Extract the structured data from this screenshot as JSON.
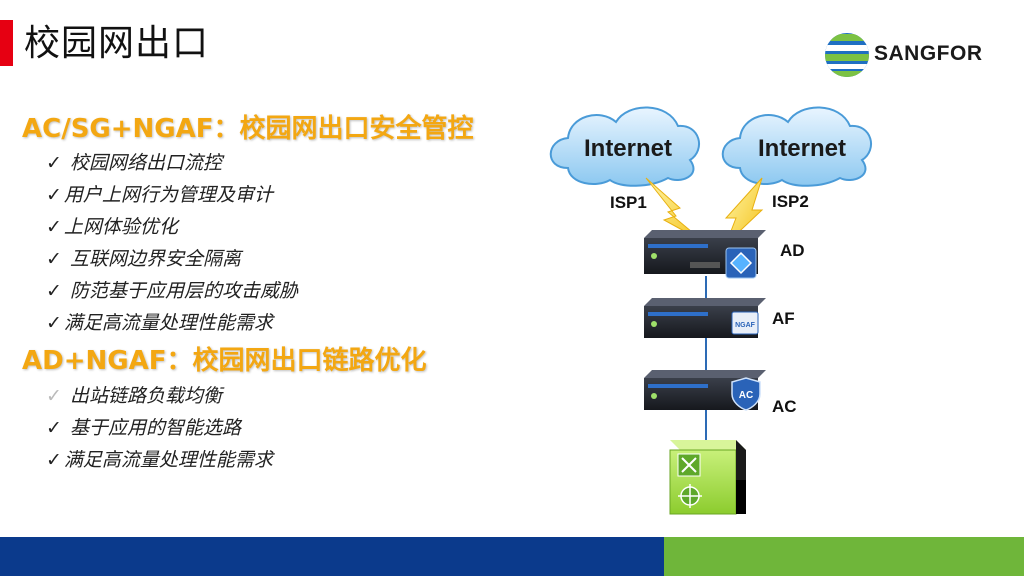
{
  "page": {
    "title": "校园网出口",
    "logo_text": "SANGFOR"
  },
  "sections": [
    {
      "heading": "AC/SG+NGAF：校园网出口安全管控",
      "items": [
        {
          "check": "✓",
          "text": " 校园网络出口流控"
        },
        {
          "check": "✓",
          "text": "用户上网行为管理及审计"
        },
        {
          "check": "✓",
          "text": "上网体验优化"
        },
        {
          "check": "✓",
          "text": " 互联网边界安全隔离"
        },
        {
          "check": "✓",
          "text": " 防范基于应用层的攻击威胁"
        },
        {
          "check": "✓",
          "text": "满足高流量处理性能需求"
        }
      ]
    },
    {
      "heading": "AD+NGAF：校园网出口链路优化",
      "items": [
        {
          "check": "✓",
          "text": " 出站链路负载均衡"
        },
        {
          "check": "✓",
          "text": " 基于应用的智能选路"
        },
        {
          "check": "✓",
          "text": "满足高流量处理性能需求"
        }
      ]
    }
  ],
  "diagram": {
    "cloud_left": "Internet",
    "cloud_right": "Internet",
    "isp1": "ISP1",
    "isp2": "ISP2",
    "device_ad": "AD",
    "device_af": "AF",
    "device_ac": "AC",
    "af_badge": "NGAF",
    "ac_badge": "AC"
  },
  "colors": {
    "accent_red": "#e60012",
    "heading_orange": "#f3a712",
    "footer_blue": "#0b3a8c",
    "footer_green": "#6fb63a"
  }
}
